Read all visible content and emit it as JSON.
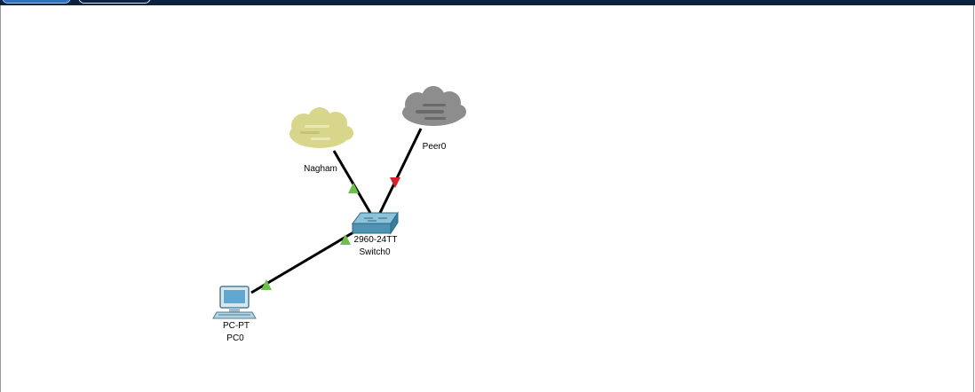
{
  "window": {
    "tabs": [
      {
        "label": "",
        "state": "active"
      },
      {
        "label": "",
        "state": "inactive"
      }
    ]
  },
  "devices": {
    "cloud_nagham": {
      "name": "Nagham",
      "icon": "cloud-icon",
      "color": "#d8d68a"
    },
    "cloud_peer0": {
      "name": "Peer0",
      "icon": "cloud-icon",
      "color": "#8d8d8d"
    },
    "switch0": {
      "model": "2960-24TT",
      "name": "Switch0",
      "icon": "switch-icon"
    },
    "pc0": {
      "model": "PC-PT",
      "name": "PC0",
      "icon": "pc-icon"
    }
  },
  "links": [
    {
      "from": "Nagham",
      "to": "Switch0",
      "status": "up",
      "color": "#6cc04a"
    },
    {
      "from": "Peer0",
      "to": "Switch0",
      "status": "down",
      "color": "#d4202c"
    },
    {
      "from": "PC0",
      "to": "Switch0",
      "status": "up",
      "color": "#6cc04a"
    }
  ]
}
